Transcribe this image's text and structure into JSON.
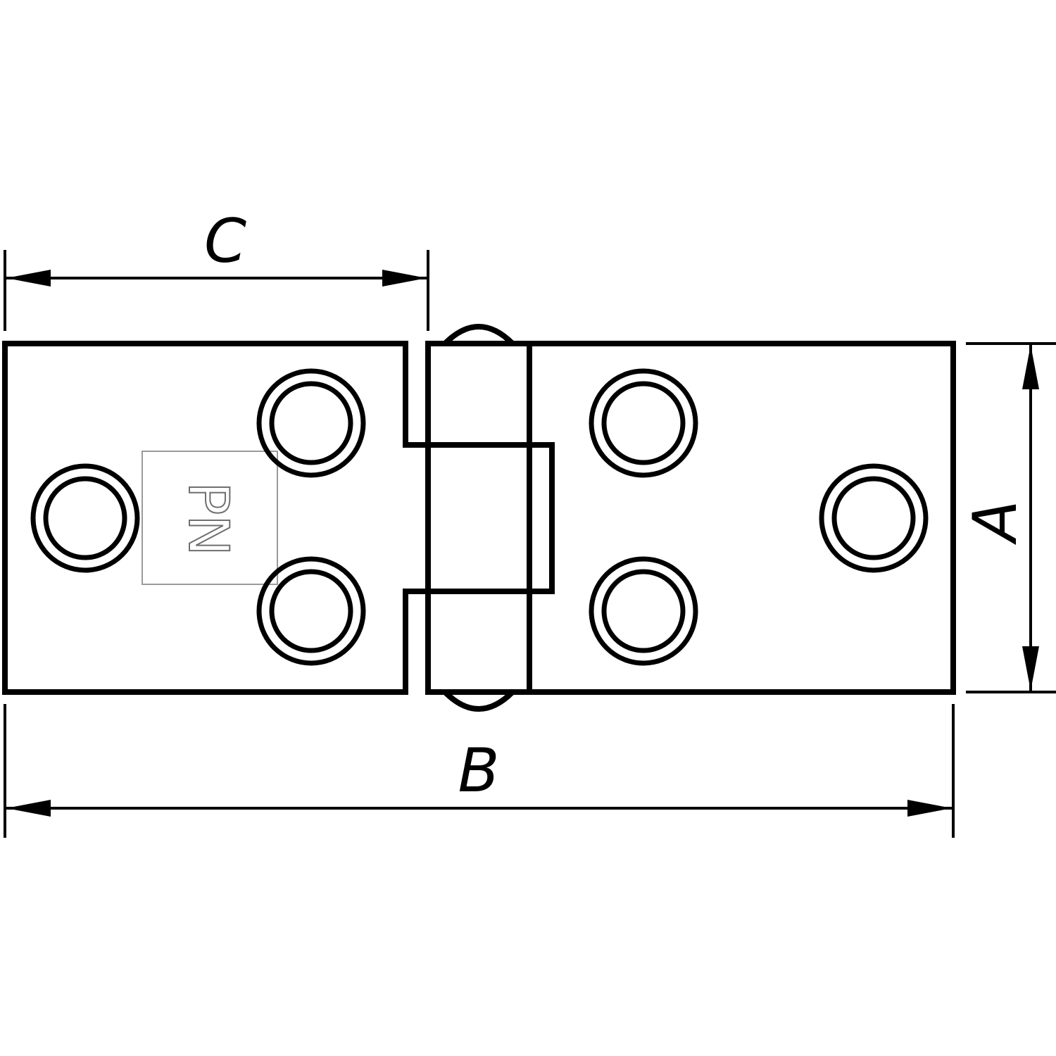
{
  "dimensions": {
    "width_label": "A",
    "length_label": "B",
    "leaf_label": "C"
  },
  "stamp": {
    "text": "PN"
  }
}
